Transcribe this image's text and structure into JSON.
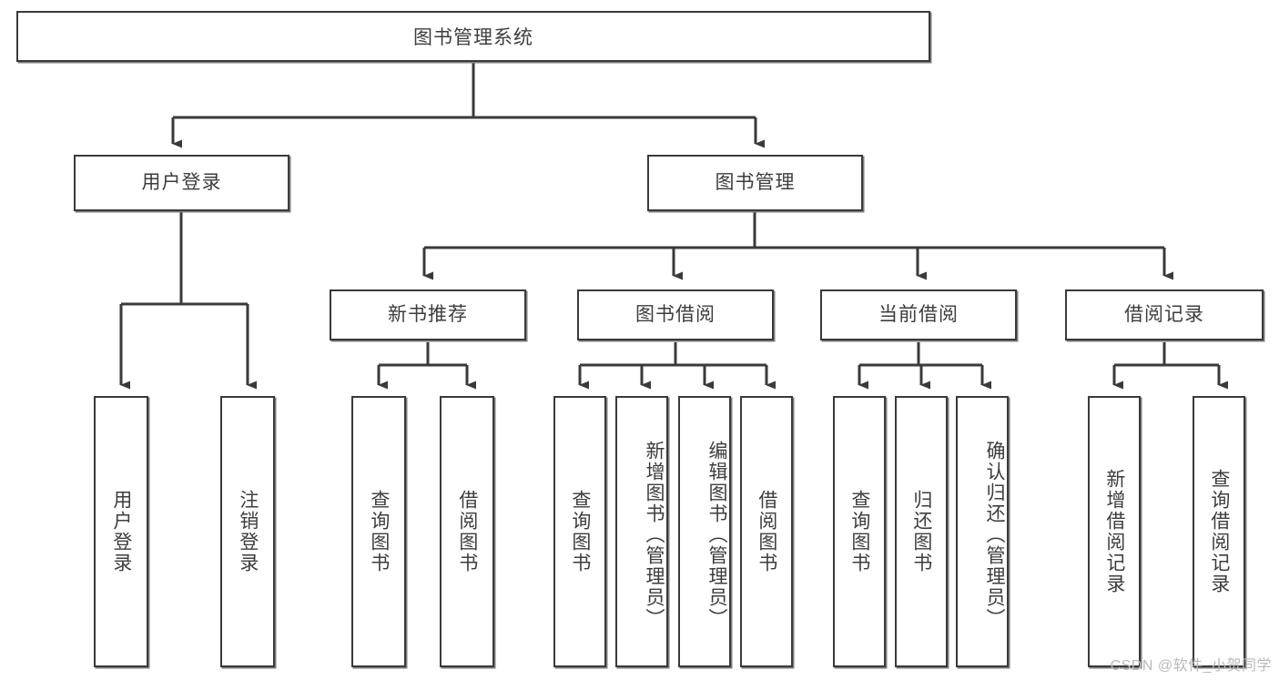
{
  "diagram": {
    "type": "tree-hierarchy",
    "title": "图书管理系统",
    "orientation": "top-down",
    "watermark": "CSDN @软件_小贺同学",
    "levels": 4,
    "root": {
      "id": "root",
      "label": "图书管理系统"
    },
    "level2": [
      {
        "id": "user-login",
        "label": "用户登录"
      },
      {
        "id": "book-manage",
        "label": "图书管理"
      }
    ],
    "level3": [
      {
        "id": "new-book-recommend",
        "label": "新书推荐",
        "parent": "book-manage"
      },
      {
        "id": "book-borrow",
        "label": "图书借阅",
        "parent": "book-manage"
      },
      {
        "id": "current-borrow",
        "label": "当前借阅",
        "parent": "book-manage"
      },
      {
        "id": "borrow-record",
        "label": "借阅记录",
        "parent": "book-manage"
      }
    ],
    "leaves": {
      "user-login": [
        {
          "id": "leaf-user-login",
          "label": "用户登录"
        },
        {
          "id": "leaf-logout",
          "label": "注销登录"
        }
      ],
      "new-book-recommend": [
        {
          "id": "leaf-query-book-1",
          "label": "查询图书"
        },
        {
          "id": "leaf-borrow-book-1",
          "label": "借阅图书"
        }
      ],
      "book-borrow": [
        {
          "id": "leaf-query-book-2",
          "label": "查询图书"
        },
        {
          "id": "leaf-add-book",
          "label": "新增图书（管理员）"
        },
        {
          "id": "leaf-edit-book",
          "label": "编辑图书（管理员）"
        },
        {
          "id": "leaf-borrow-book-2",
          "label": "借阅图书"
        }
      ],
      "current-borrow": [
        {
          "id": "leaf-query-book-3",
          "label": "查询图书"
        },
        {
          "id": "leaf-return-book",
          "label": "归还图书"
        },
        {
          "id": "leaf-confirm-return",
          "label": "确认归还（管理员）"
        }
      ],
      "borrow-record": [
        {
          "id": "leaf-add-record",
          "label": "新增借阅记录"
        },
        {
          "id": "leaf-query-record",
          "label": "查询借阅记录"
        }
      ]
    },
    "colors": {
      "stroke": "#3a3a3a",
      "text": "#3d3d3d",
      "background": "#ffffff",
      "shadow": "#7e7e7e",
      "watermark": "#b9b9b9"
    }
  }
}
